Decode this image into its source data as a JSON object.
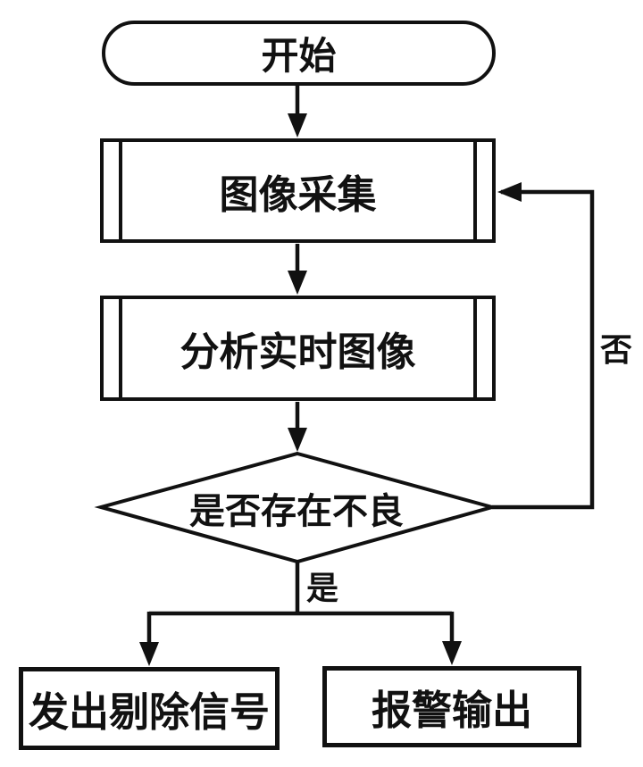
{
  "diagram": {
    "kind": "flowchart",
    "background": "#ffffff",
    "stroke_color": "#111111",
    "text_color": "#111111",
    "nodes": {
      "start": {
        "label": "开始",
        "shape": "terminator"
      },
      "capture": {
        "label": "图像采集",
        "shape": "predefined-process"
      },
      "analyze": {
        "label": "分析实时图像",
        "shape": "predefined-process"
      },
      "decision": {
        "label": "是否存在不良",
        "shape": "decision"
      },
      "reject": {
        "label": "发出剔除信号",
        "shape": "process"
      },
      "alarm": {
        "label": "报警输出",
        "shape": "process"
      }
    },
    "edge_labels": {
      "yes": "是",
      "no": "否"
    },
    "edge_list": [
      {
        "from": "start",
        "to": "capture",
        "label": ""
      },
      {
        "from": "capture",
        "to": "analyze",
        "label": ""
      },
      {
        "from": "analyze",
        "to": "decision",
        "label": ""
      },
      {
        "from": "decision",
        "to": "reject",
        "label": "是"
      },
      {
        "from": "decision",
        "to": "alarm",
        "label": "是"
      },
      {
        "from": "decision",
        "to": "capture",
        "label": "否"
      }
    ]
  }
}
